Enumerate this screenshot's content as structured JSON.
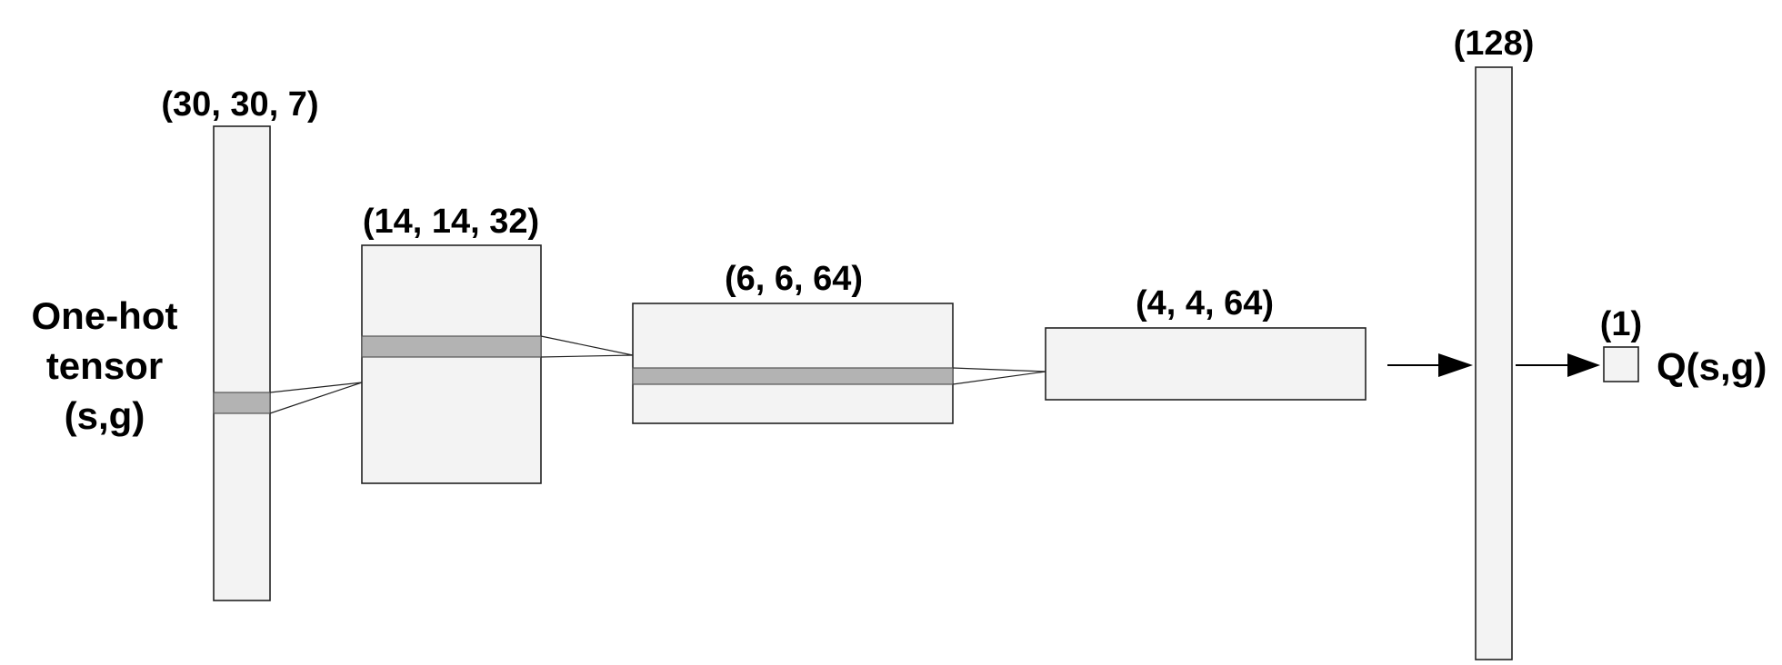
{
  "input": {
    "label_lines": [
      "One-hot",
      "tensor",
      "(s,g)"
    ]
  },
  "layers": [
    {
      "id": "input",
      "dims": "(30, 30, 7)"
    },
    {
      "id": "conv1",
      "dims": "(14, 14, 32)"
    },
    {
      "id": "conv2",
      "dims": "(6, 6, 64)"
    },
    {
      "id": "conv3",
      "dims": "(4, 4, 64)"
    },
    {
      "id": "dense",
      "dims": "(128)"
    },
    {
      "id": "output",
      "dims": "(1)"
    }
  ],
  "output": {
    "label": "Q(s,g)"
  },
  "colors": {
    "box_fill": "#f3f3f3",
    "slice_fill": "#b3b3b3",
    "stroke": "#222222"
  }
}
